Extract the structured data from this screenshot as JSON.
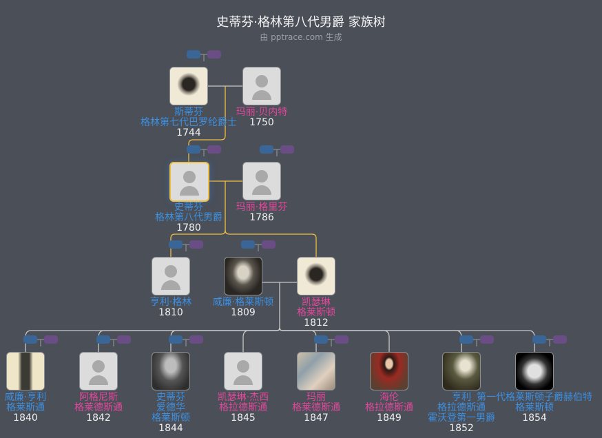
{
  "header": {
    "title": "史蒂芬·格林第八代男爵 家族树",
    "subtitle": "由 pptrace.com 生成"
  },
  "colors": {
    "male": "#3d8fe0",
    "female": "#e2479b",
    "focus_border": "#f2c040",
    "line_main": "#f2c040",
    "line_other": "#c8c8c8"
  },
  "people": [
    {
      "id": "p1",
      "gen": 1,
      "sex": "m",
      "lines": [
        "斯蒂芬",
        "格林第七代巴罗纶爵士"
      ],
      "year": "1744",
      "photo": "engraving-light",
      "badges": true
    },
    {
      "id": "p2",
      "gen": 1,
      "sex": "f",
      "lines": [
        "玛丽·贝内特"
      ],
      "year": "1750",
      "photo": null,
      "badges": false
    },
    {
      "id": "p3",
      "gen": 2,
      "sex": "m",
      "lines": [
        "史蒂芬",
        "格林第八代男爵"
      ],
      "year": "1780",
      "photo": null,
      "badges": true,
      "focus": true
    },
    {
      "id": "p4",
      "gen": 2,
      "sex": "f",
      "lines": [
        "玛丽·格里芬"
      ],
      "year": "1786",
      "photo": null,
      "badges": true
    },
    {
      "id": "p5",
      "gen": 3,
      "sex": "m",
      "lines": [
        "亨利·格林"
      ],
      "year": "1810",
      "photo": null,
      "badges": true
    },
    {
      "id": "p6",
      "gen": 3,
      "sex": "m",
      "lines": [
        "威廉·格莱斯顿"
      ],
      "year": "1809",
      "photo": "engraving-dark",
      "badges": true
    },
    {
      "id": "p7",
      "gen": 3,
      "sex": "f",
      "lines": [
        "凯瑟琳",
        "格莱斯顿"
      ],
      "year": "1812",
      "photo": "engraving-light",
      "badges": false
    },
    {
      "id": "c1",
      "gen": 4,
      "sex": "m",
      "lines": [
        "威廉·亨利",
        "格莱斯通"
      ],
      "year": "1840",
      "photo": "caricature",
      "badges": true
    },
    {
      "id": "c2",
      "gen": 4,
      "sex": "f",
      "lines": [
        "阿格尼斯",
        "格莱德斯通"
      ],
      "year": "1842",
      "photo": null,
      "badges": true
    },
    {
      "id": "c3",
      "gen": 4,
      "sex": "m",
      "lines": [
        "史蒂芬",
        "爱德华",
        "格莱斯顿"
      ],
      "year": "1844",
      "photo": "bw-photo",
      "badges": true
    },
    {
      "id": "c4",
      "gen": 4,
      "sex": "f",
      "lines": [
        "凯瑟琳·杰西",
        "格拉德斯通"
      ],
      "year": "1845",
      "photo": null,
      "badges": false
    },
    {
      "id": "c5",
      "gen": 4,
      "sex": "f",
      "lines": [
        "玛丽",
        "格莱德斯通"
      ],
      "year": "1847",
      "photo": "painting",
      "badges": true
    },
    {
      "id": "c6",
      "gen": 4,
      "sex": "f",
      "lines": [
        "海伦",
        "格拉德斯通"
      ],
      "year": "1849",
      "photo": "red-portrait",
      "badges": false
    },
    {
      "id": "c7",
      "gen": 4,
      "sex": "m",
      "lines": [
        "亨利",
        "格拉德斯通",
        "霍沃登第一男爵"
      ],
      "year": "1852",
      "photo": "old-portrait",
      "badges": true
    },
    {
      "id": "c8",
      "gen": 4,
      "sex": "m",
      "lines": [
        "第一代格莱斯顿子爵赫伯特",
        "格莱斯顿"
      ],
      "year": "1854",
      "photo": "bw-dark",
      "badges": true
    }
  ]
}
